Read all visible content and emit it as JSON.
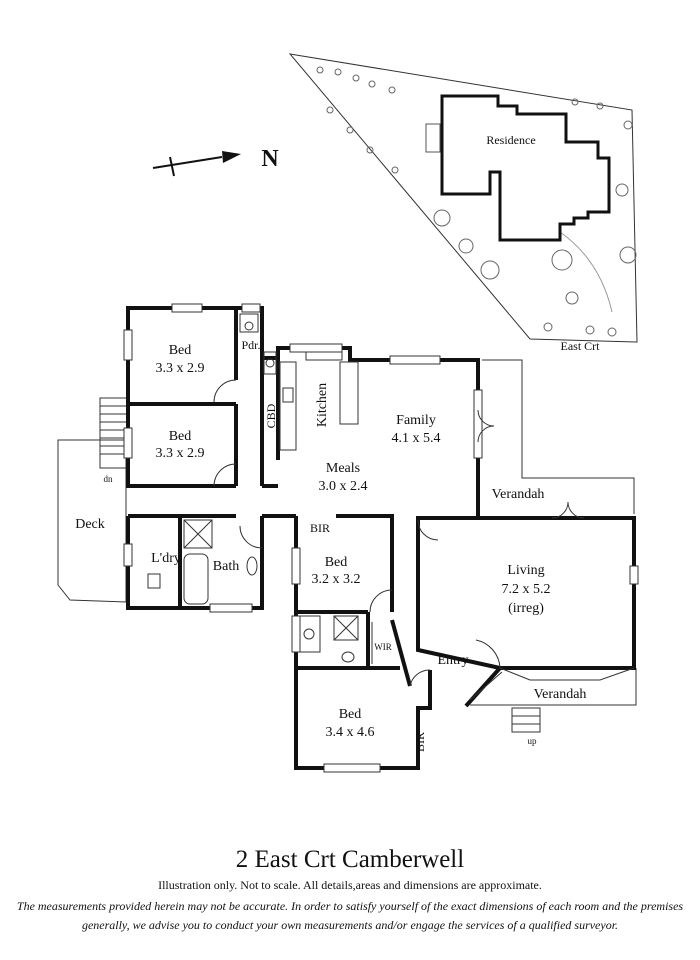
{
  "north": {
    "label": "N"
  },
  "site": {
    "residence": "Residence",
    "street": "East Crt"
  },
  "rooms": {
    "bed1": {
      "name": "Bed",
      "dims": "3.3 x 2.9"
    },
    "bed2": {
      "name": "Bed",
      "dims": "3.3 x 2.9"
    },
    "pdr": "Pdr.",
    "cbd": "CBD",
    "kitchen": "Kitchen",
    "family": {
      "name": "Family",
      "dims": "4.1 x 5.4"
    },
    "meals": {
      "name": "Meals",
      "dims": "3.0 x 2.4"
    },
    "verandah_rear": "Verandah",
    "deck": "Deck",
    "dn": "dn",
    "ldry": "L'dry",
    "bath": "Bath",
    "bir1": "BIR",
    "bed3": {
      "name": "Bed",
      "dims": "3.2 x 3.2"
    },
    "living": {
      "name": "Living",
      "dims": "7.2 x 5.2",
      "note": "(irreg)"
    },
    "wir": "WIR",
    "entry": "Entry",
    "verandah_front": "Verandah",
    "bed4": {
      "name": "Bed",
      "dims": "3.4 x 4.6"
    },
    "bir2": "BIR",
    "up": "up"
  },
  "footer": {
    "title": "2 East Crt Camberwell",
    "note": "Illustration only. Not to scale. All details,areas and dimensions are approximate.",
    "disclaimer": "The measurements provided herein may not be accurate. In order to satisfy yourself of the exact dimensions of each room and the premises generally, we advise you to conduct your own measurements and/or engage the services of a qualified surveyor."
  }
}
